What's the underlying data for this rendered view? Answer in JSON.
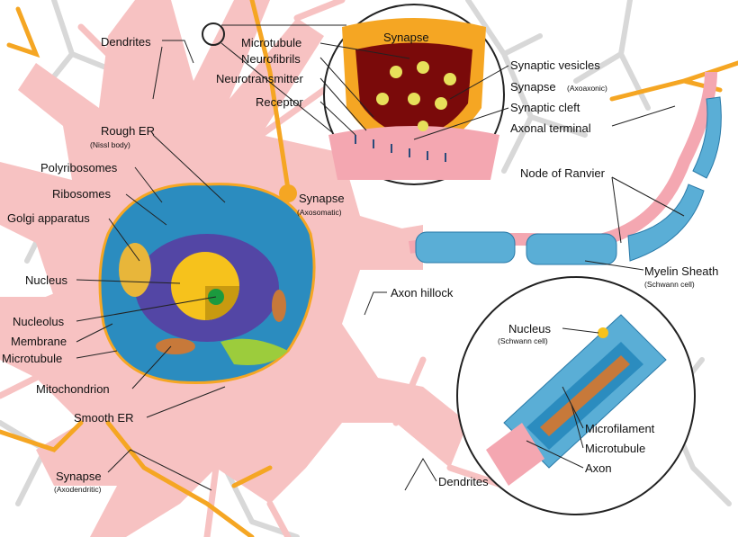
{
  "labels": {
    "dendrites_top": "Dendrites",
    "rough_er": "Rough ER",
    "rough_er_sub": "(Nissl body)",
    "polyribosomes": "Polyribosomes",
    "ribosomes": "Ribosomes",
    "golgi": "Golgi apparatus",
    "nucleus": "Nucleus",
    "nucleolus": "Nucleolus",
    "membrane": "Membrane",
    "microtubule_left": "Microtubule",
    "mitochondrion": "Mitochondrion",
    "smooth_er": "Smooth ER",
    "synapse_axodendritic": "Synapse",
    "synapse_axodendritic_sub": "(Axodendritic)",
    "microtubule_top": "Microtubule",
    "neurofibrils": "Neurofibrils",
    "neurotransmitter": "Neurotransmitter",
    "receptor": "Receptor",
    "synapse_inset": "Synapse",
    "synaptic_vesicles": "Synaptic vesicles",
    "synapse_axoaxonic": "Synapse",
    "synapse_axoaxonic_sub": "(Axoaxonic)",
    "synaptic_cleft": "Synaptic cleft",
    "axonal_terminal": "Axonal terminal",
    "node_of_ranvier": "Node of Ranvier",
    "synapse_axosomatic": "Synapse",
    "synapse_axosomatic_sub": "(Axosomatic)",
    "axon_hillock": "Axon hillock",
    "myelin_sheath": "Myelin Sheath",
    "myelin_sheath_sub": "(Schwann cell)",
    "nucleus_schwann": "Nucleus",
    "nucleus_schwann_sub": "(Schwann cell)",
    "microfilament": "Microfilament",
    "microtubule_inset": "Microtubule",
    "axon": "Axon",
    "dendrites_bottom": "Dendrites"
  },
  "colors": {
    "soma": "#f7c2c2",
    "dendrite_grey": "#dcdcdc",
    "axon_terminal_orange": "#f5a623",
    "cytoplasm_blue": "#2b8cbf",
    "nucleus_yellow": "#f6c21c",
    "nucleolus_green": "#1b9a3e",
    "er_purple": "#6a3fb0",
    "vesicle_dark": "#7a0a0a",
    "myelin": "#5aaed6"
  }
}
